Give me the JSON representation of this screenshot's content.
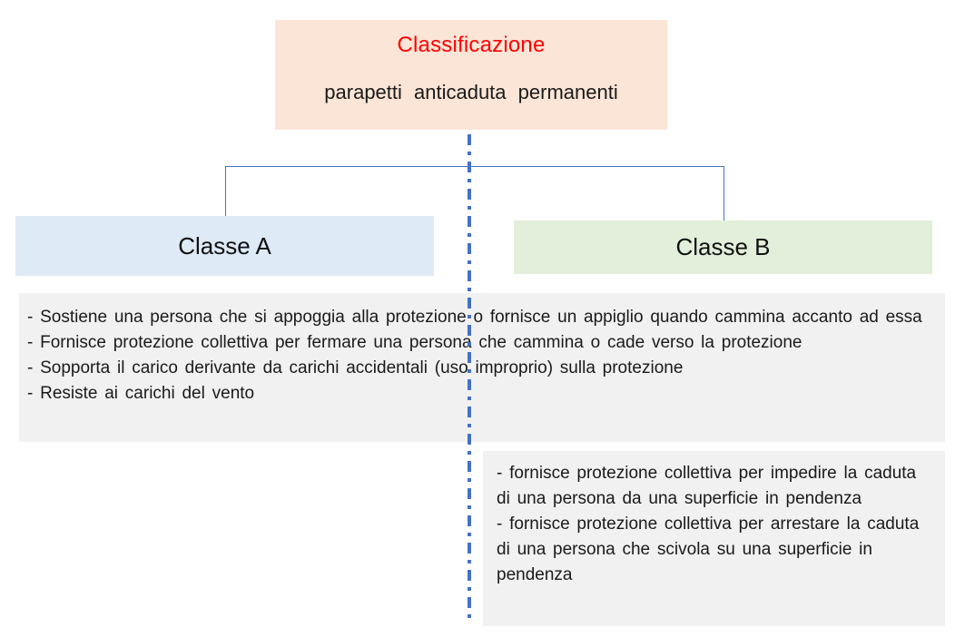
{
  "diagram": {
    "root": {
      "title": "Classificazione",
      "subtitle": "parapetti anticaduta permanenti"
    },
    "branches": [
      {
        "label": "Classe A",
        "items": [
          "- Sostiene una persona che si appoggia alla protezione o fornisce un appiglio quando cammina accanto ad essa",
          "- Fornisce protezione collettiva per fermare una persona che cammina o cade verso la protezione",
          "- Sopporta il carico derivante da carichi accidentali (uso improprio) sulla protezione",
          "- Resiste ai carichi del vento"
        ]
      },
      {
        "label": "Classe B",
        "items": [
          "- fornisce protezione collettiva per impedire la caduta di una persona da una superficie in pendenza",
          "- fornisce protezione collettiva per arrestare la caduta di una persona che scivola su una superficie in pendenza"
        ]
      }
    ],
    "colors": {
      "root_fill": "#FBE5D6",
      "root_title_text": "#FF0000",
      "class_a_fill": "#DEEAF6",
      "class_b_fill": "#E2EFDA",
      "details_fill": "#F1F1F1",
      "connector_line": "#4472C4"
    }
  }
}
